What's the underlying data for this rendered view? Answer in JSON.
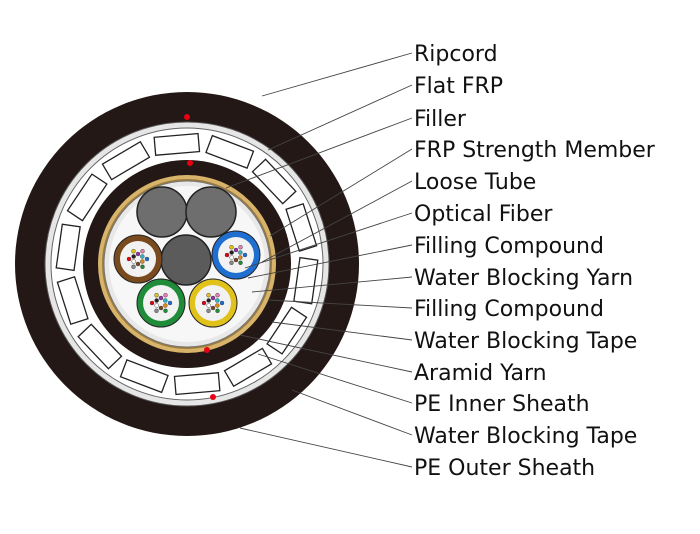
{
  "labels": [
    "Ripcord",
    "Flat FRP",
    "Filler",
    "FRP Strength Member",
    "Loose Tube",
    "Optical Fiber",
    "Filling Compound",
    "Water Blocking Yarn",
    "Filling Compound",
    "Water Blocking Tape",
    "Aramid Yarn",
    "PE Inner Sheath",
    "Water Blocking Tape",
    "PE Outer Sheath"
  ],
  "colors": {
    "outer_sheath": "#231815",
    "inner_sheath": "#231815",
    "tape": "#d9d9d9",
    "aramid": "#d8b46a",
    "filler": "#6e6e6e",
    "ripcord": "#e60012",
    "tube_brown": "#7a4a1f",
    "tube_blue": "#1f6fd1",
    "tube_green": "#1f8c3a",
    "tube_yellow": "#e0c21a"
  },
  "icons": [
    "loose-tube-icon",
    "filler-rod-icon",
    "frp-strength-member-icon",
    "flat-frp-icon",
    "ripcord-icon"
  ]
}
